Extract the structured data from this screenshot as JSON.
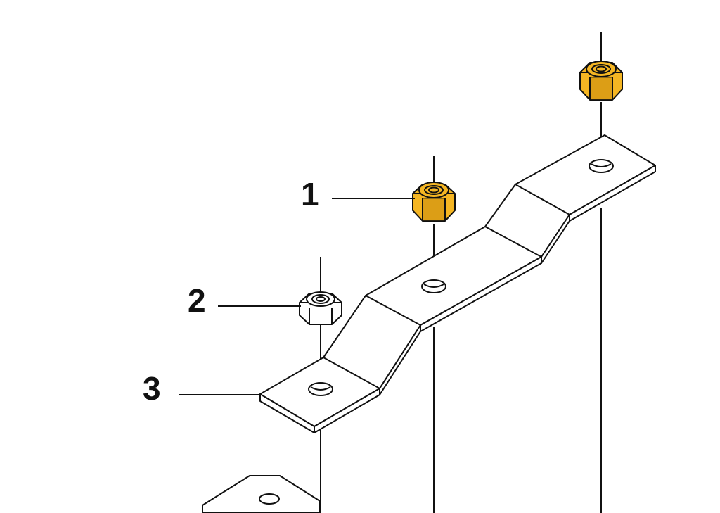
{
  "callouts": {
    "c1": "1",
    "c2": "2",
    "c3": "3"
  },
  "colors": {
    "highlight_nut": "#f5b623",
    "highlight_nut_dark": "#c98b0c",
    "plain_nut": "#ffffff",
    "line": "#111111"
  },
  "icons": [
    "hex-lock-nut-icon",
    "flat-bracket-icon"
  ]
}
